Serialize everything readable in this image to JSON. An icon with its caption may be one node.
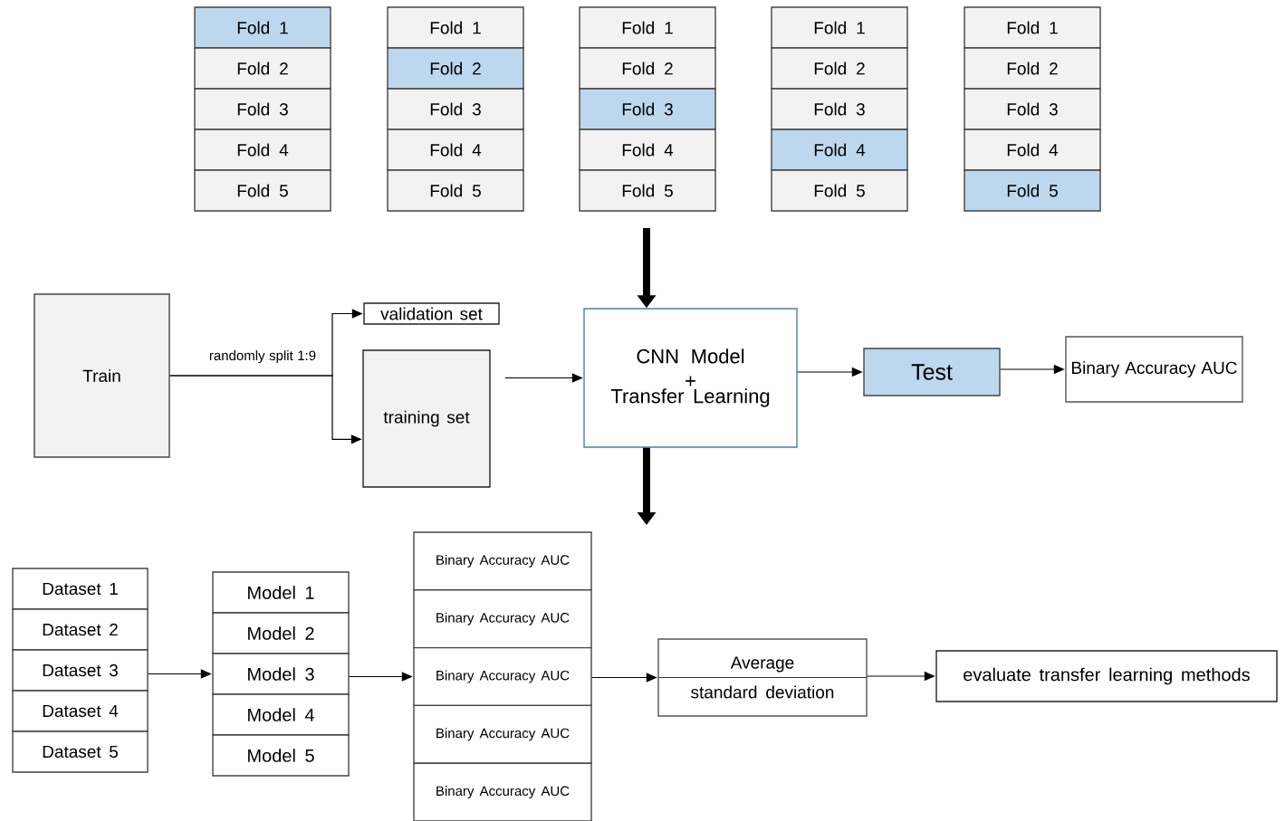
{
  "diagram": {
    "nodes": [
      {
        "text": [
          "Fold 1"
        ]
      },
      {
        "text": [
          "Fold 2"
        ]
      },
      {
        "text": [
          "Fold 3"
        ]
      },
      {
        "text": [
          "Fold 4"
        ]
      },
      {
        "text": [
          "Fold 5"
        ]
      },
      {
        "text": [
          "Fold 1"
        ]
      },
      {
        "text": [
          "Fold 2"
        ]
      },
      {
        "text": [
          "Fold 3"
        ]
      },
      {
        "text": [
          "Fold 4"
        ]
      },
      {
        "text": [
          "Fold 5"
        ]
      },
      {
        "text": [
          "Fold 1"
        ]
      },
      {
        "text": [
          "Fold 2"
        ]
      },
      {
        "text": [
          "Fold 3"
        ]
      },
      {
        "text": [
          "Fold 4"
        ]
      },
      {
        "text": [
          "Fold 5"
        ]
      },
      {
        "text": [
          "Fold 1"
        ]
      },
      {
        "text": [
          "Fold 2"
        ]
      },
      {
        "text": [
          "Fold 3"
        ]
      },
      {
        "text": [
          "Fold 4"
        ]
      },
      {
        "text": [
          "Fold 5"
        ]
      },
      {
        "text": [
          "Fold 1"
        ]
      },
      {
        "text": [
          "Fold 2"
        ]
      },
      {
        "text": [
          "Fold 3"
        ]
      },
      {
        "text": [
          "Fold 4"
        ]
      },
      {
        "text": [
          "Fold 5"
        ]
      },
      {
        "text": [
          "Train"
        ]
      },
      {
        "text": [
          "validation set"
        ]
      },
      {
        "text": [
          "training set"
        ]
      },
      {
        "text": [
          "CNN Model",
          "+",
          "Transfer Learning"
        ]
      },
      {
        "text": [
          "Test"
        ]
      },
      {
        "text": [
          "Binary Accuracy AUC"
        ]
      },
      {
        "text": [
          "Dataset 1"
        ]
      },
      {
        "text": [
          "Dataset 2"
        ]
      },
      {
        "text": [
          "Dataset 3"
        ]
      },
      {
        "text": [
          "Dataset 4"
        ]
      },
      {
        "text": [
          "Dataset 5"
        ]
      },
      {
        "text": [
          "Model 1"
        ]
      },
      {
        "text": [
          "Model 2"
        ]
      },
      {
        "text": [
          "Model 3"
        ]
      },
      {
        "text": [
          "Model 4"
        ]
      },
      {
        "text": [
          "Model 5"
        ]
      },
      {
        "text": [
          "Binary Accuracy AUC"
        ]
      },
      {
        "text": [
          "Binary Accuracy AUC"
        ]
      },
      {
        "text": [
          "Binary Accuracy AUC"
        ]
      },
      {
        "text": [
          "Binary Accuracy AUC"
        ]
      },
      {
        "text": [
          "Binary Accuracy AUC"
        ]
      },
      {
        "text": [
          "Average",
          "standard deviation"
        ]
      },
      {
        "text": [
          "evaluate transfer learning methods"
        ]
      }
    ],
    "edges": [
      {
        "from": null,
        "to": 28,
        "arrow": "to",
        "style": "thick"
      },
      {
        "from": 25,
        "to": 26,
        "arrow": "to",
        "label": "randomly split 1:9"
      },
      {
        "from": 25,
        "to": 27,
        "arrow": "to"
      },
      {
        "from": 27,
        "to": 28,
        "arrow": "to"
      },
      {
        "from": 28,
        "to": 29,
        "arrow": "to"
      },
      {
        "from": 29,
        "to": 30,
        "arrow": "to"
      },
      {
        "from": 28,
        "to": null,
        "arrow": "to",
        "style": "thick"
      },
      {
        "from": 33,
        "to": 38,
        "arrow": "to"
      },
      {
        "from": 38,
        "to": 43,
        "arrow": "to"
      },
      {
        "from": 43,
        "to": 46,
        "arrow": "to"
      },
      {
        "from": 46,
        "to": 47,
        "arrow": "to"
      }
    ]
  }
}
